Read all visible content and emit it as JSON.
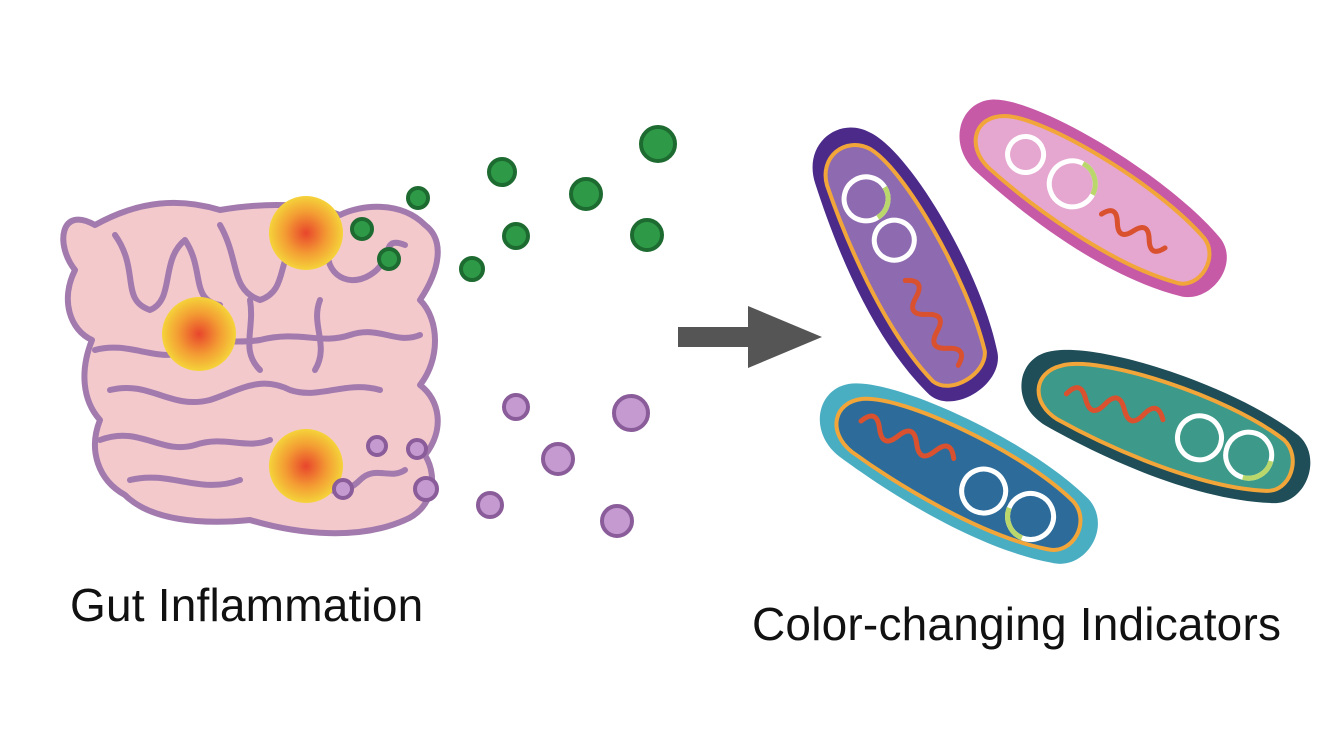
{
  "labels": {
    "left": "Gut Inflammation",
    "right": "Color-changing Indicators"
  },
  "colors": {
    "gut_fill": "#f3c9cc",
    "gut_outline": "#a27aad",
    "inflammation_core": "#e8452c",
    "inflammation_halo": "#f5d33a",
    "green_molecule": "#2e9a47",
    "green_molecule_outline": "#1d6b30",
    "purple_molecule": "#c59ad0",
    "purple_molecule_outline": "#8a5d9a",
    "arrow": "#555555",
    "dna_squiggle": "#d9512e",
    "membrane": "#f2a63a",
    "plasmid": "#ffffff",
    "plasmid_marker": "#b9d76a"
  },
  "bacteria": [
    {
      "name": "purple",
      "outer": "#4b2a8a",
      "inner": "#8e6bb0"
    },
    {
      "name": "pink",
      "outer": "#c65aa6",
      "inner": "#e5a6cf"
    },
    {
      "name": "teal",
      "outer": "#1f4d58",
      "inner": "#3d9a8a"
    },
    {
      "name": "blue",
      "outer": "#4aaec3",
      "inner": "#2d6c9a"
    }
  ],
  "icons": {
    "gut": "intestine-icon",
    "arrow": "right-arrow-icon",
    "bacterium": "bacterium-icon"
  }
}
